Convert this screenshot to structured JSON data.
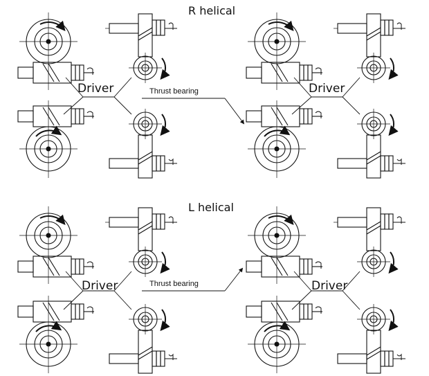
{
  "sections": [
    {
      "title": "R helical",
      "driver_label": "Driver",
      "thrust_label": "Thrust bearing"
    },
    {
      "title": "L helical",
      "driver_label": "Driver",
      "thrust_label": "Thrust bearing"
    }
  ],
  "colors": {
    "line": "#111111",
    "background": "#ffffff"
  },
  "icons": [
    "worm-wheel-icon",
    "worm-shaft-icon",
    "thrust-bearing-icon",
    "rotation-arrow-icon"
  ]
}
